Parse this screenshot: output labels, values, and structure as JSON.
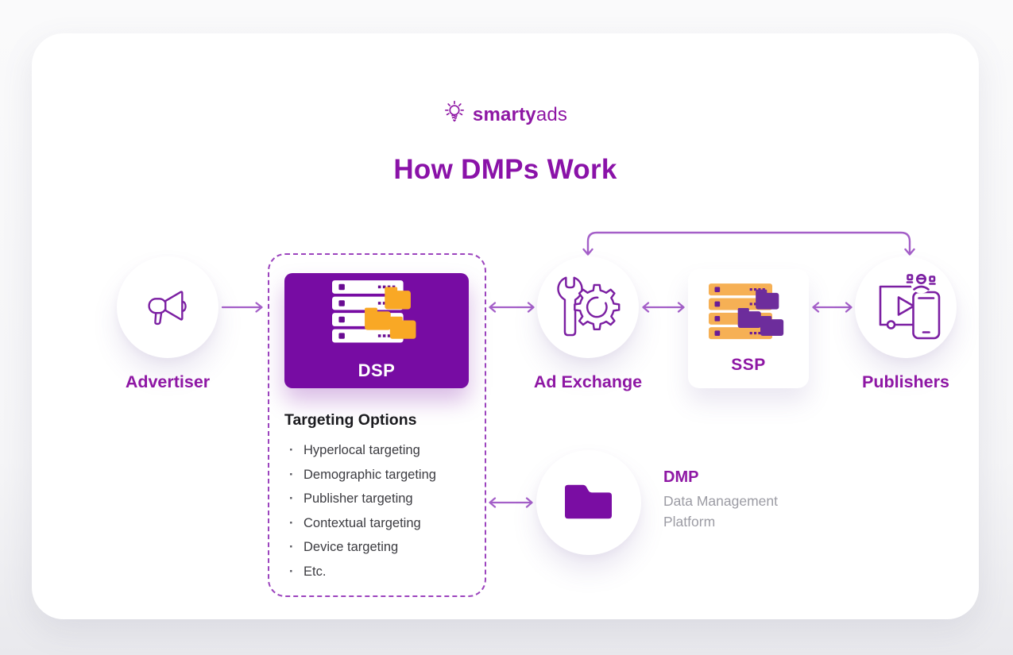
{
  "logo": {
    "bold": "smarty",
    "light": "ads",
    "icon": "lightbulb-icon"
  },
  "title": {
    "text": "How DMPs Work"
  },
  "flow": {
    "advertiser": {
      "label": "Advertiser",
      "icon": "megaphone-icon"
    },
    "dsp": {
      "label": "DSP",
      "icon": "server-stack-icon"
    },
    "ad_exchange": {
      "label": "Ad Exchange",
      "icon": "gear-wrench-icon"
    },
    "ssp": {
      "label": "SSP",
      "icon": "server-stack-icon"
    },
    "publishers": {
      "label": "Publishers",
      "icon": "video-player-phone-icon"
    },
    "dmp": {
      "abbr": "DMP",
      "full": "Data Management Platform",
      "icon": "folder-icon"
    }
  },
  "targeting": {
    "heading": "Targeting Options",
    "items": [
      "Hyperlocal targeting",
      "Demographic targeting",
      "Publisher targeting",
      "Contextual targeting",
      "Device targeting",
      "Etc."
    ]
  },
  "connections": [
    "Advertiser → DSP",
    "DSP ↔ Ad Exchange",
    "Ad Exchange ↔ SSP",
    "SSP ↔ Publishers",
    "Ad Exchange ↔ Publishers (top loop)",
    "DSP Targeting Options ↔ DMP"
  ],
  "colors": {
    "brand_purple": "#8E17A4",
    "title_purple": "#8A12A8",
    "deep_purple": "#770CA3",
    "icon_outline_purple": "#7B1FA2",
    "arrow_purple": "#A45FC8",
    "dashed_border_purple": "#9C44BE",
    "folder_orange": "#F9A825",
    "ssp_yellow": "#F6B055",
    "text_dark": "#1B1B1F",
    "text_gray": "#9C9CA4"
  }
}
